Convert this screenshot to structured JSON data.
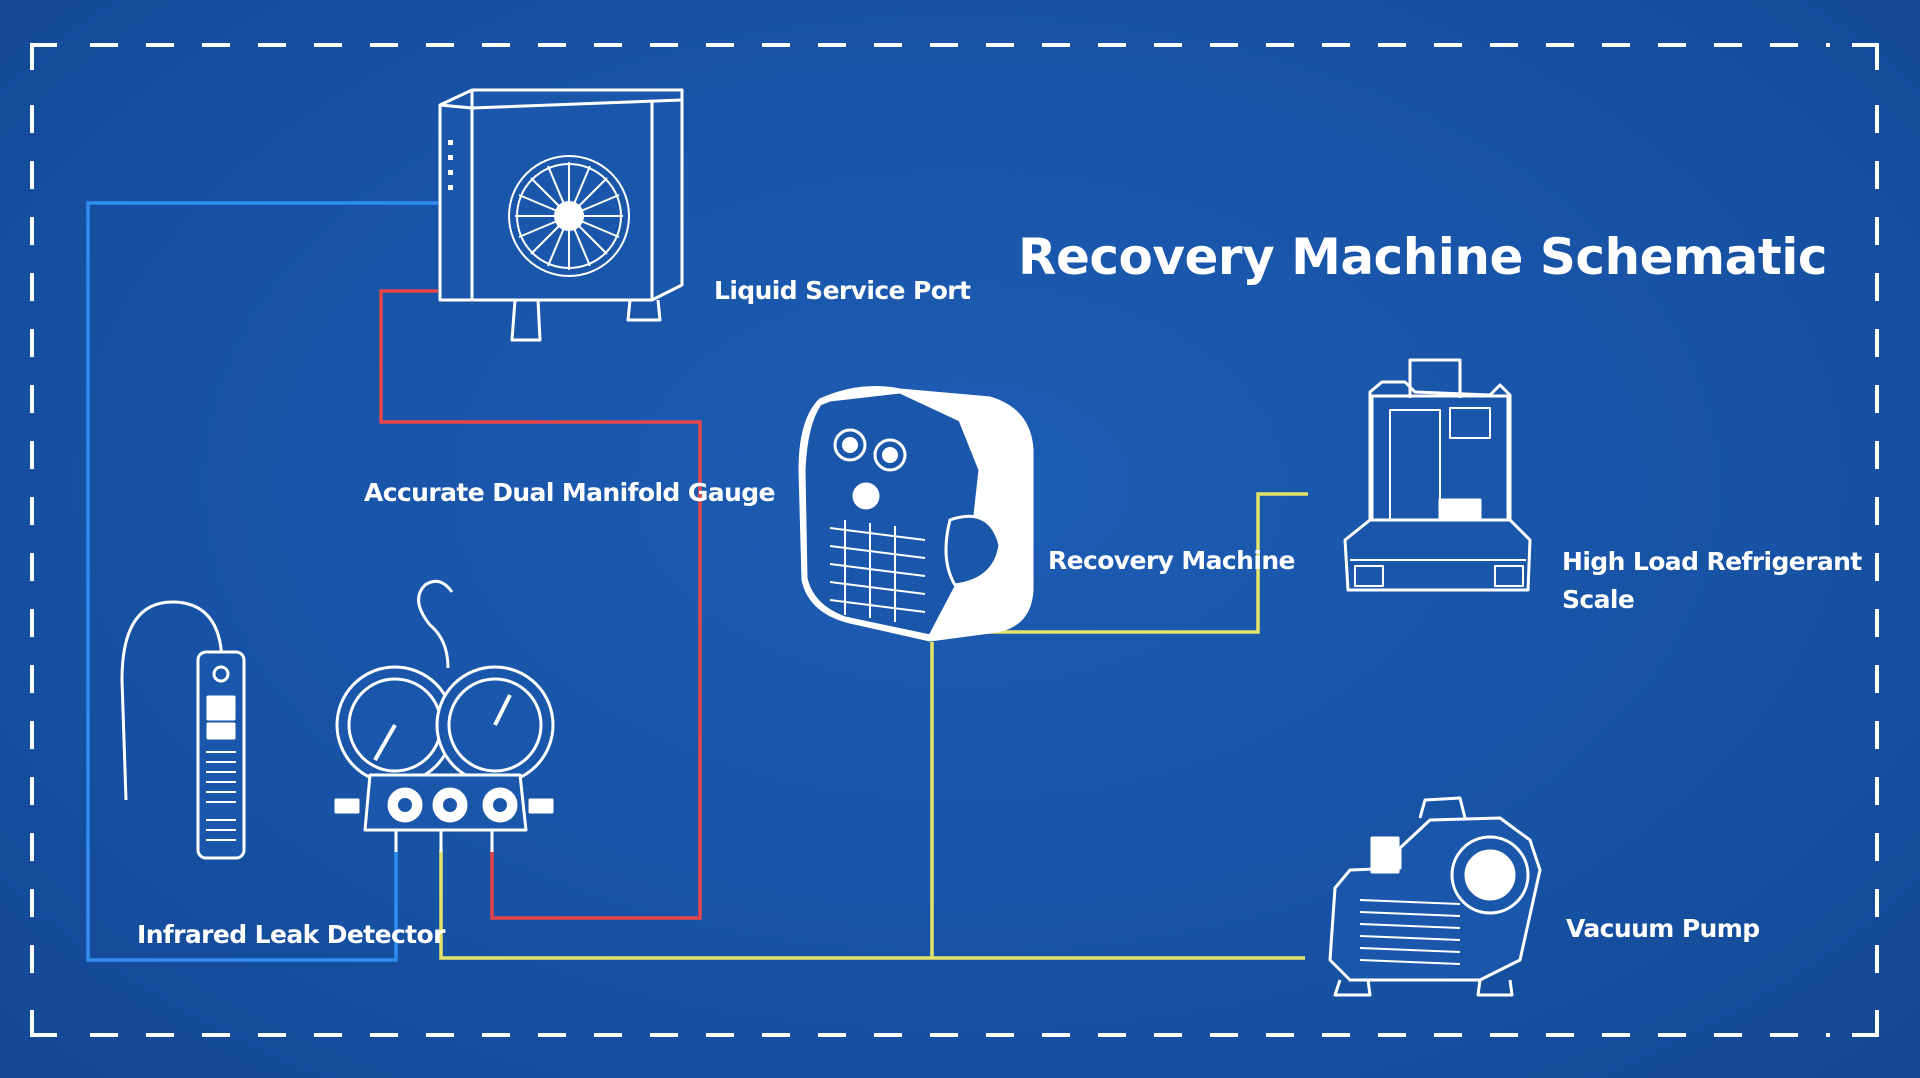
{
  "title": "Recovery Machine Schematic",
  "labels": {
    "liquid_service_port": "Liquid Service Port",
    "manifold_gauge": "Accurate Dual Manifold Gauge",
    "recovery_machine": "Recovery Machine",
    "refrigerant_scale_line1": "High Load Refrigerant",
    "refrigerant_scale_line2": "Scale",
    "leak_detector": "Infrared Leak Detector",
    "vacuum_pump": "Vacuum Pump"
  },
  "colors": {
    "background": "#1854a6",
    "line_art": "#ffffff",
    "blue_hose": "#2f8cf0",
    "red_hose": "#e4464a",
    "yellow_hose": "#e6e36a"
  },
  "icons": {
    "condenser": "condenser-unit-icon",
    "recovery": "recovery-machine-icon",
    "scale": "refrigerant-scale-icon",
    "detector": "leak-detector-icon",
    "gauge": "manifold-gauge-icon",
    "pump": "vacuum-pump-icon"
  }
}
